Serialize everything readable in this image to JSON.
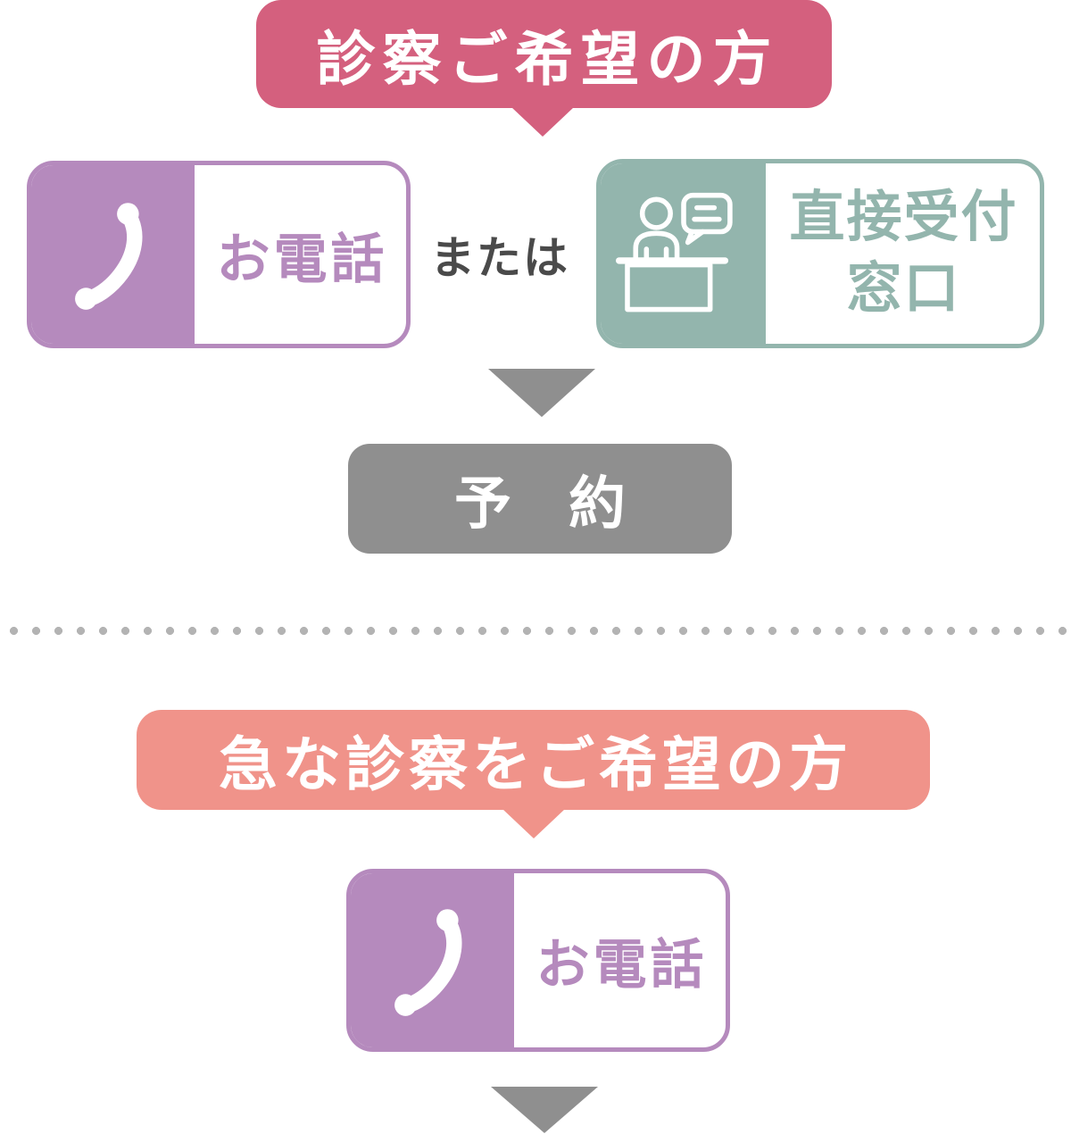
{
  "flow_main": {
    "banner": {
      "label": "診察ご希望の方",
      "color": "#d4607e"
    },
    "options": {
      "phone": {
        "label": "お電話",
        "color": "#b58abd",
        "icon": "phone-receiver-icon"
      },
      "connector": {
        "label": "または",
        "color": "#4a4a4a"
      },
      "reception": {
        "label_line1": "直接受付",
        "label_line2": "窓口",
        "color": "#93b5ad",
        "icon": "receptionist-desk-icon"
      }
    },
    "result": {
      "label": "予　約",
      "color": "#8f8f8f"
    }
  },
  "flow_urgent": {
    "banner": {
      "label": "急な診察をご希望の方",
      "color": "#f0938a"
    },
    "phone": {
      "label": "お電話",
      "color": "#b58abd",
      "icon": "phone-receiver-icon"
    }
  },
  "divider": {
    "style": "dotted",
    "color": "#b3b3b3"
  },
  "arrow_color": "#8f8f8f"
}
